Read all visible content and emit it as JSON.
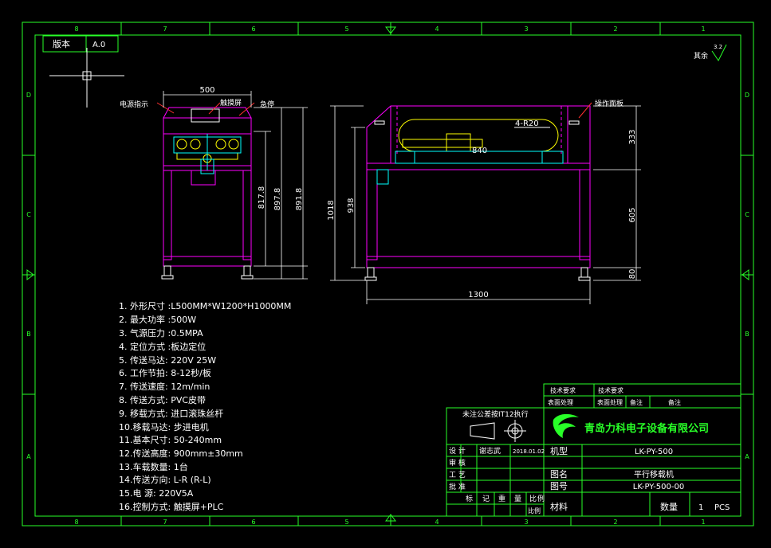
{
  "frame": {
    "top_numbers": [
      "8",
      "7",
      "6",
      "5",
      "4",
      "3",
      "2",
      "1"
    ],
    "bottom_numbers": [
      "8",
      "7",
      "6",
      "5",
      "4",
      "3",
      "2",
      "1"
    ],
    "left_letters": [
      "D",
      "C",
      "B",
      "A"
    ],
    "right_letters": [
      "D",
      "C",
      "B",
      "A"
    ]
  },
  "version": {
    "label": "版本",
    "value": "A.0"
  },
  "roughness": {
    "label": "其余",
    "value": "3.2"
  },
  "front_view": {
    "labels": {
      "power_indicator": "电源指示",
      "touch_screen": "触摸屏",
      "emergency_stop": "急停"
    },
    "dims": {
      "width": "500",
      "d1": "817.8",
      "d2": "897.8",
      "d3": "891.8"
    }
  },
  "side_view": {
    "labels": {
      "panel": "操作面板"
    },
    "dims": {
      "radius": "4-R20",
      "r840": "840",
      "h1": "1018",
      "h2": "938",
      "s333": "333",
      "s605": "605",
      "s80": "80",
      "width": "1300"
    }
  },
  "specs": [
    "1. 外形尺寸 :L500MM*W1200*H1000MM",
    "2. 最大功率 :500W",
    "3. 气源压力 :0.5MPA",
    "4. 定位方式 :板边定位",
    "5. 传送马达:  220V 25W",
    "6. 工作节拍:   8-12秒/板",
    "7. 传送速度:  12m/min",
    "8. 传送方式:   PVC皮带",
    "9. 移载方式:  进口滚珠丝杆",
    "10.移载马达:  步进电机",
    "11.基本尺寸:  50-240mm",
    "12.传送高度:  900mm±30mm",
    "13.车载数量:  1台",
    "14.传送方向:  L-R  (R-L)",
    "15.电   源:   220V5A",
    "16.控制方式:  触摸屏+PLC"
  ],
  "title_block": {
    "tolerance": "未注公差按IT12执行",
    "company": "青岛力科电子设备有限公司",
    "tech_req": "技术要求",
    "tech_req2": "技术要求",
    "surface": "表面处理",
    "surface2": "表面处理",
    "remark1": "备注",
    "remark2": "备注",
    "design": "设 计",
    "designer": "谢志武",
    "date": "2018.01.02",
    "review": "审 核",
    "process": "工 艺",
    "approve": "批 准",
    "mark_row": [
      "标",
      "记",
      "重",
      "量",
      "比",
      "例"
    ],
    "scale": "比例",
    "model_label": "机型",
    "model_value": "LK-PY-500",
    "name_label": "图名",
    "name_value": "平行移载机",
    "drawing_no_label": "图号",
    "drawing_no_value": "LK-PY-500-00",
    "material_label": "材料",
    "qty_label": "数量",
    "qty_value": "1",
    "unit": "PCS"
  },
  "colors": {
    "background": "#000000",
    "frame": "#28ff28",
    "machine": "#ff00ff",
    "dimension": "#ffffff",
    "leader": "#ff3030",
    "detail": "#ffff00",
    "detail2": "#00ffff"
  }
}
